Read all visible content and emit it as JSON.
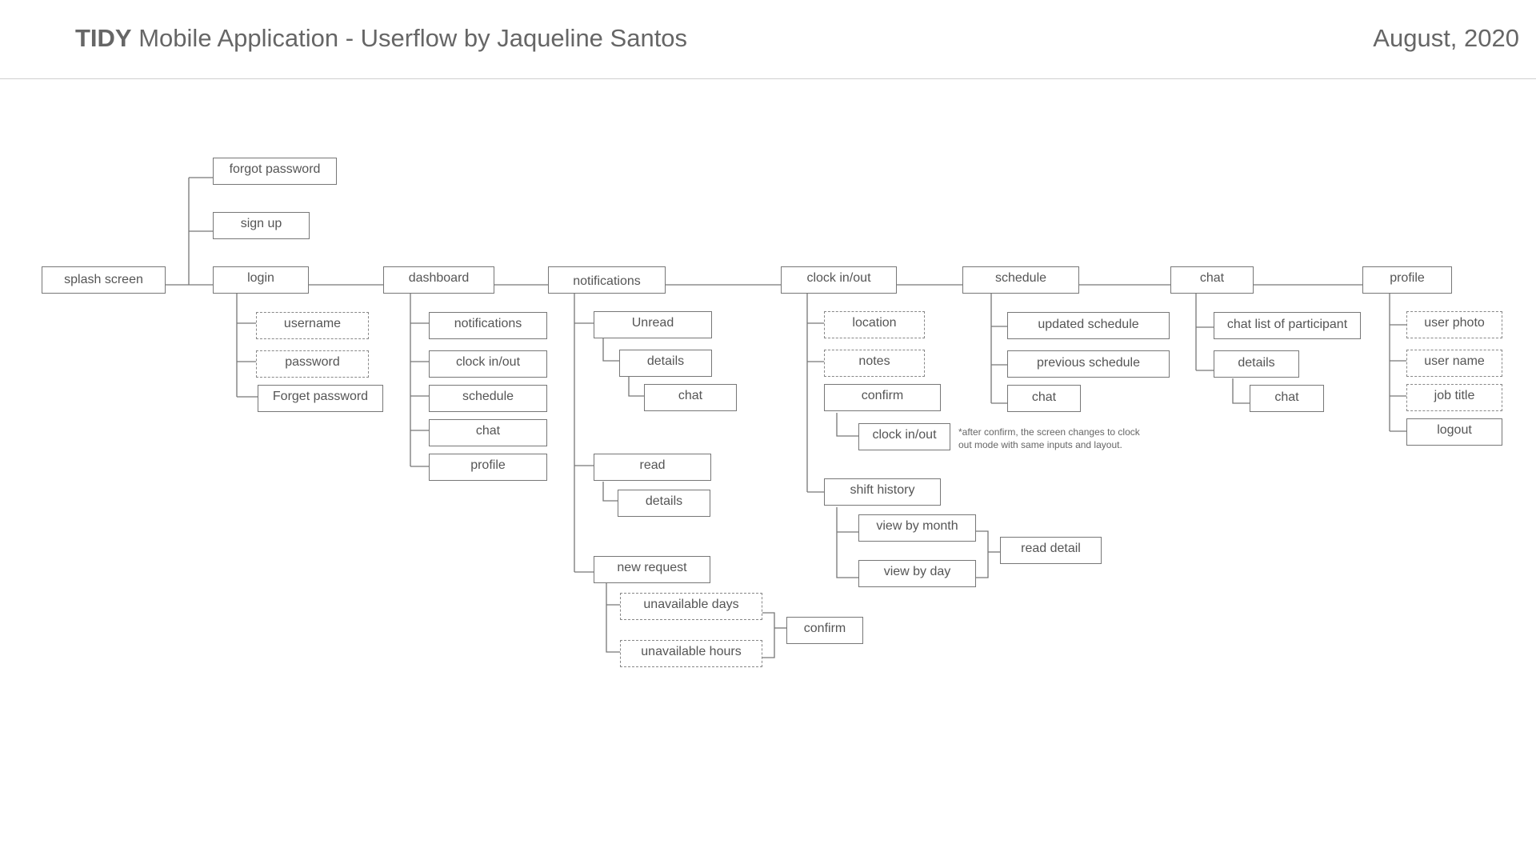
{
  "header": {
    "brand": "TIDY",
    "title_rest": " Mobile Application - Userflow by Jaqueline Santos",
    "date": "August, 2020"
  },
  "nodes": {
    "splash_screen": "splash screen",
    "forgot_password": "forgot password",
    "sign_up": "sign up",
    "login": "login",
    "login_username": "username",
    "login_password": "password",
    "login_forget_password": "Forget password",
    "dashboard": "dashboard",
    "dash_notifications": "notifications",
    "dash_clock": "clock in/out",
    "dash_schedule": "schedule",
    "dash_chat": "chat",
    "dash_profile": "profile",
    "notifications": "notifications",
    "unread": "Unread",
    "unread_details": "details",
    "unread_chat": "chat",
    "read": "read",
    "read_details": "details",
    "new_request": "new request",
    "unavailable_days": "unavailable days",
    "unavailable_hours": "unavailable hours",
    "request_confirm": "confirm",
    "clock": "clock in/out",
    "clock_location": "location",
    "clock_notes": "notes",
    "clock_confirm": "confirm",
    "clock_inout": "clock in/out",
    "clock_note": "*after confirm, the screen changes to clock out mode with same inputs and layout.",
    "shift_history": "shift history",
    "view_by_month": "view by month",
    "view_by_day": "view by day",
    "read_detail": "read detail",
    "schedule": "schedule",
    "updated_schedule": "updated schedule",
    "previous_schedule": "previous schedule",
    "schedule_chat": "chat",
    "chat": "chat",
    "chat_list": "chat list of participant",
    "chat_details": "details",
    "chat_details_chat": "chat",
    "profile": "profile",
    "user_photo": "user photo",
    "user_name": "user name",
    "job_title": "job title",
    "logout": "logout"
  }
}
